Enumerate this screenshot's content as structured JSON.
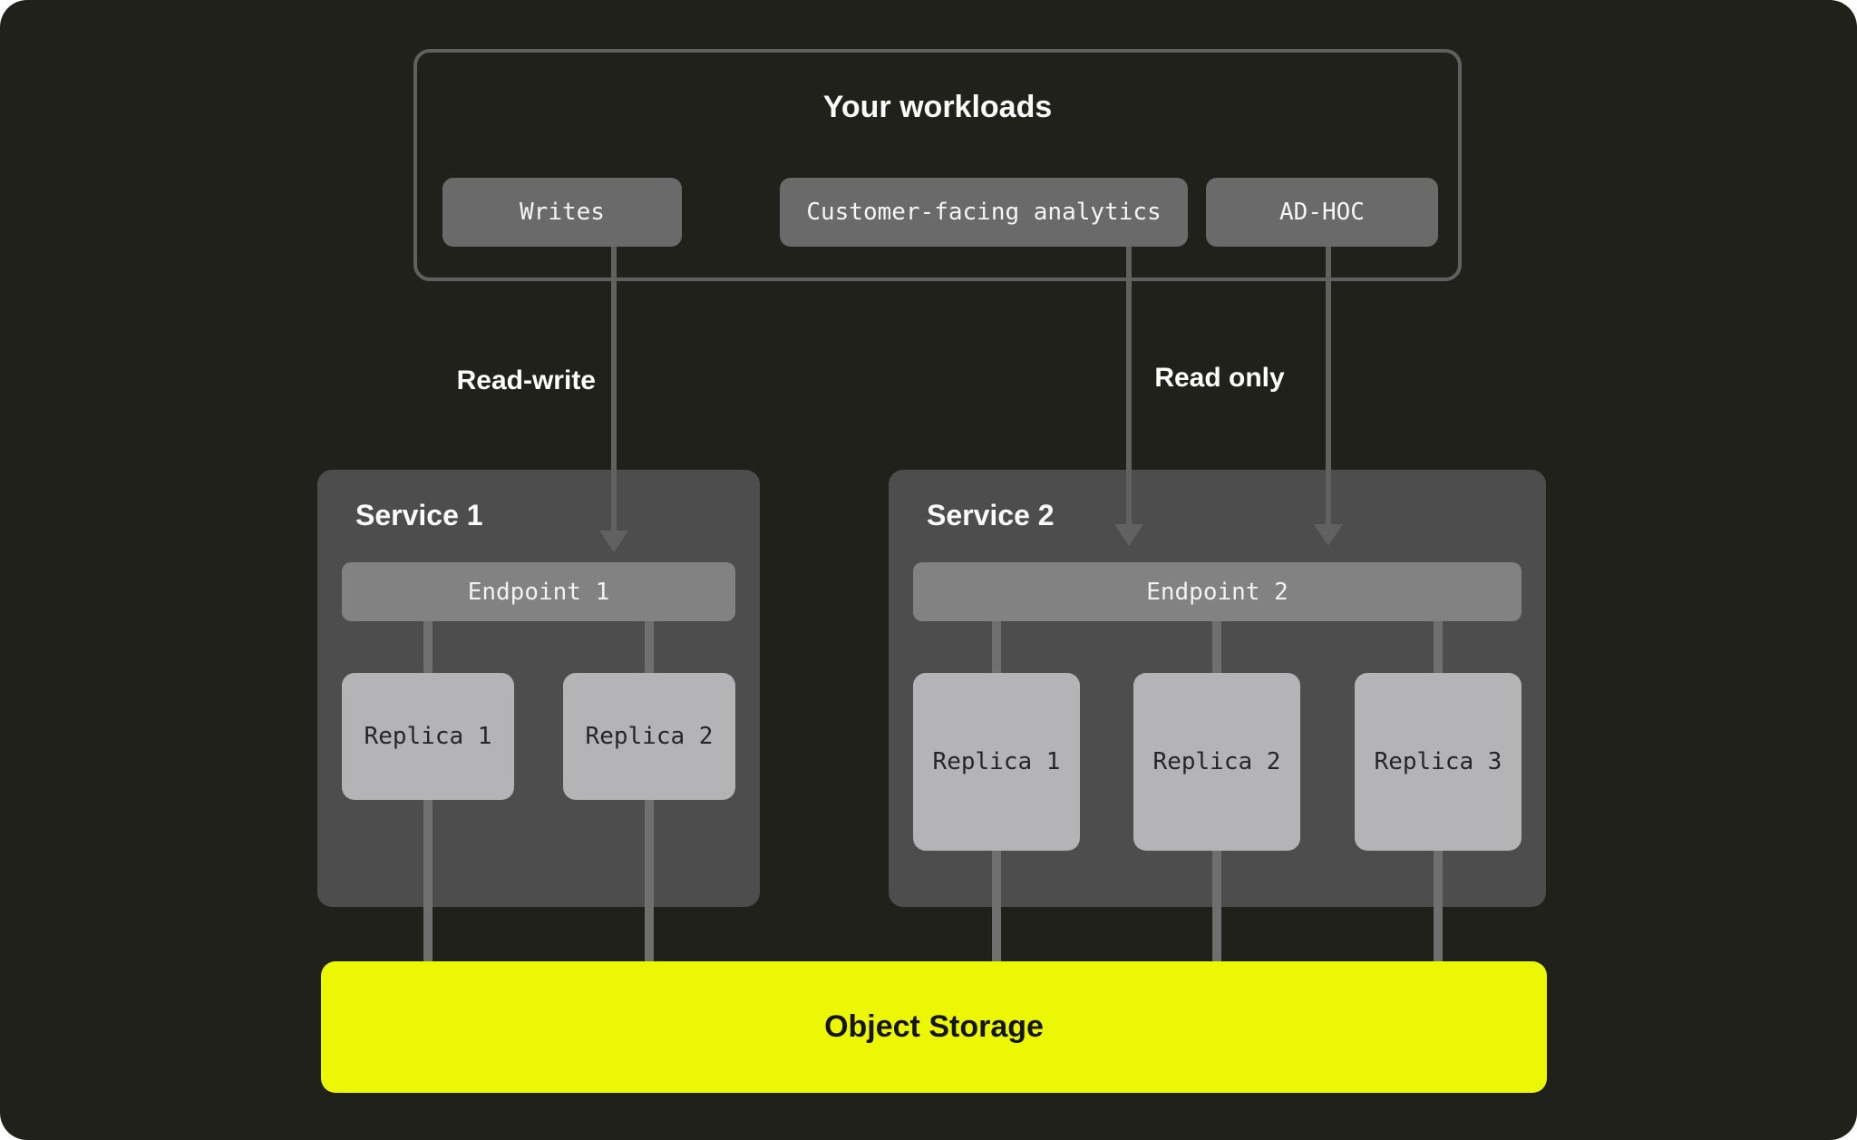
{
  "diagram": {
    "title_area": {
      "title": "Your workloads",
      "workload_chips": [
        {
          "label": "Writes"
        },
        {
          "label": "Customer-facing analytics"
        },
        {
          "label": "AD-HOC"
        }
      ]
    },
    "edges": {
      "read_write_label": "Read-write",
      "read_only_label": "Read only"
    },
    "services": [
      {
        "title": "Service 1",
        "endpoint": "Endpoint 1",
        "replicas": [
          "Replica 1",
          "Replica 2"
        ]
      },
      {
        "title": "Service 2",
        "endpoint": "Endpoint 2",
        "replicas": [
          "Replica 1",
          "Replica 2",
          "Replica 3"
        ]
      }
    ],
    "storage": {
      "label": "Object Storage"
    },
    "colors": {
      "background": "#20211b",
      "workloads_border": "#606060",
      "chip_fill": "#6a6a6a",
      "service_fill": "#4d4d4e",
      "endpoint_fill": "#828282",
      "replica_fill": "#b4b4b6",
      "connector": "#6f6f6f",
      "arrow": "#616161",
      "storage_accent": "#ebf704"
    }
  }
}
